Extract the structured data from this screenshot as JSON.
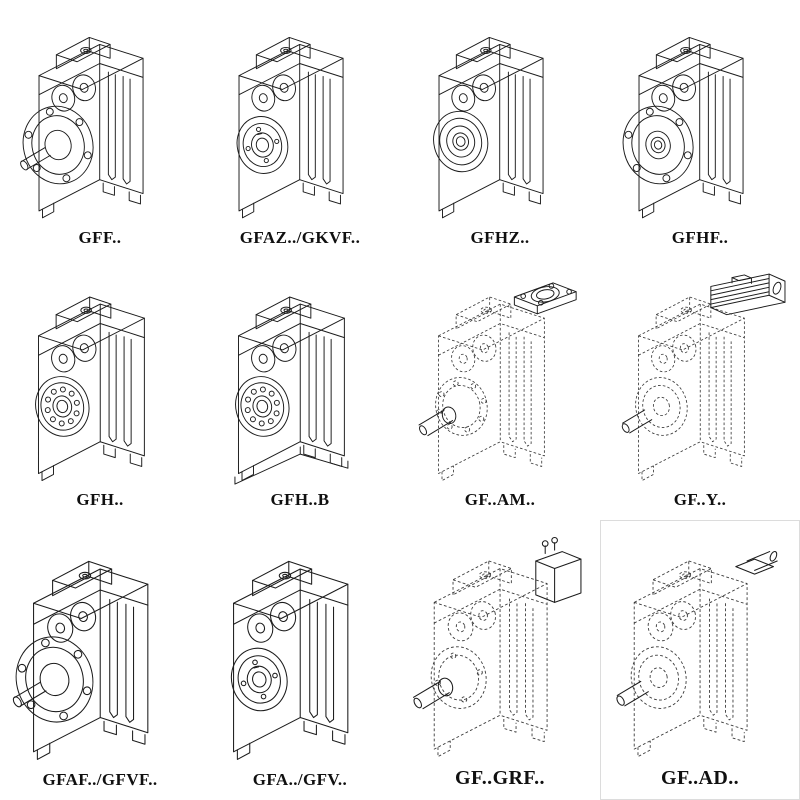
{
  "page": {
    "background": "#ffffff",
    "ink_color": "#1c1c1c"
  },
  "items": [
    {
      "label": "GFF..",
      "style": "solid-flange-with-shaft"
    },
    {
      "label": "GFAZ../GKVF..",
      "style": "solid-hollow-shaft"
    },
    {
      "label": "GFHZ..",
      "style": "solid-hollow-shaft-stepped"
    },
    {
      "label": "GFHF..",
      "style": "solid-flange-hollow"
    },
    {
      "label": "GFH..",
      "style": "solid-hollow-bearing"
    },
    {
      "label": "GFH..B",
      "style": "solid-hollow-bearing-foot"
    },
    {
      "label": "GF..AM..",
      "style": "phantom-with-input-flange"
    },
    {
      "label": "GF..Y..",
      "style": "phantom-with-motor"
    },
    {
      "label": "GFAF../GFVF..",
      "style": "solid-flange-with-shaft"
    },
    {
      "label": "GFA../GFV..",
      "style": "solid-hollow-shaft"
    },
    {
      "label": "GF..GRF..",
      "style": "phantom-with-adapter"
    },
    {
      "label": "GF..AD..",
      "style": "phantom-with-input-shaft"
    }
  ]
}
